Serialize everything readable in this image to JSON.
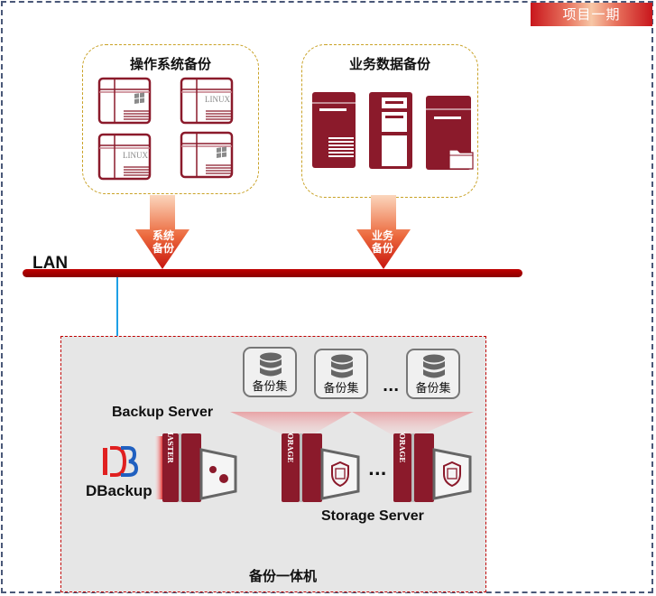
{
  "project_tag": "项目一期",
  "os_backup": {
    "title": "操作系统备份",
    "servers": [
      {
        "os": "windows",
        "icon": "windows-logo-icon",
        "label": ""
      },
      {
        "os": "linux",
        "icon": "",
        "label": "LINUX"
      },
      {
        "os": "linux",
        "icon": "",
        "label": "LINUX"
      },
      {
        "os": "windows",
        "icon": "windows-logo-icon",
        "label": ""
      }
    ],
    "arrow_label_line1": "系统",
    "arrow_label_line2": "备份"
  },
  "data_backup": {
    "title": "业务数据备份",
    "servers": [
      "document-server-icon",
      "database-server-icon",
      "file-server-icon"
    ],
    "arrow_label_line1": "业务",
    "arrow_label_line2": "备份"
  },
  "network": {
    "label": "LAN"
  },
  "appliance": {
    "title": "备份一体机",
    "backup_sets": [
      "备份集",
      "备份集",
      "备份集"
    ],
    "ellipsis": "...",
    "backup_server_label": "Backup Server",
    "master_label": "MASTER",
    "storage_label": "STORAGE",
    "storage_server_label": "Storage Server",
    "logo_text": "DBackup",
    "logo_mark": "DB"
  },
  "colors": {
    "brand_red": "#8b1a2b",
    "lan_red": "#b00000",
    "frame_blue": "#4a5878",
    "link_blue": "#1ea0e6",
    "gold_dash": "#c9a227"
  }
}
